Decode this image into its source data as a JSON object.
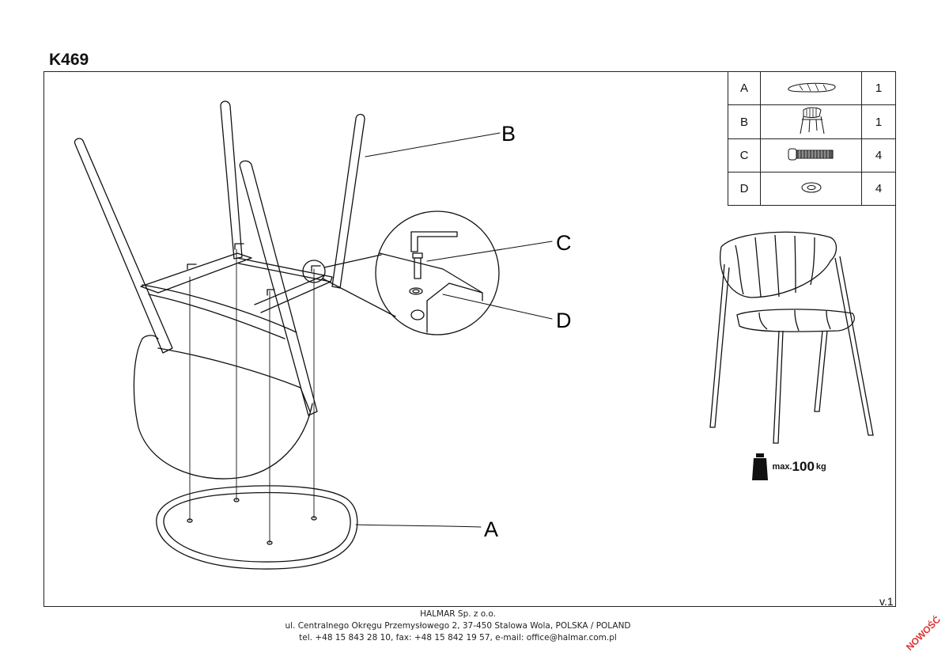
{
  "title": "K469",
  "version": "v.1",
  "callouts": {
    "a": "A",
    "b": "B",
    "c": "C",
    "d": "D"
  },
  "parts": [
    {
      "label": "A",
      "icon": "seat-cushion-icon",
      "qty": "1"
    },
    {
      "label": "B",
      "icon": "chair-frame-icon",
      "qty": "1"
    },
    {
      "label": "C",
      "icon": "bolt-icon",
      "qty": "4"
    },
    {
      "label": "D",
      "icon": "washer-icon",
      "qty": "4"
    }
  ],
  "max_load": {
    "prefix": "max.",
    "value": "100",
    "unit": "kg"
  },
  "footer": {
    "company": "HALMAR Sp. z o.o.",
    "address": "ul. Centralnego Okręgu Przemysłowego 2, 37-450 Stalowa Wola, POLSKA / POLAND",
    "contact": "tel. +48 15 843 28 10, fax: +48 15 842 19 57, e-mail: office@halmar.com.pl"
  },
  "badge": "NOWOŚĆ"
}
